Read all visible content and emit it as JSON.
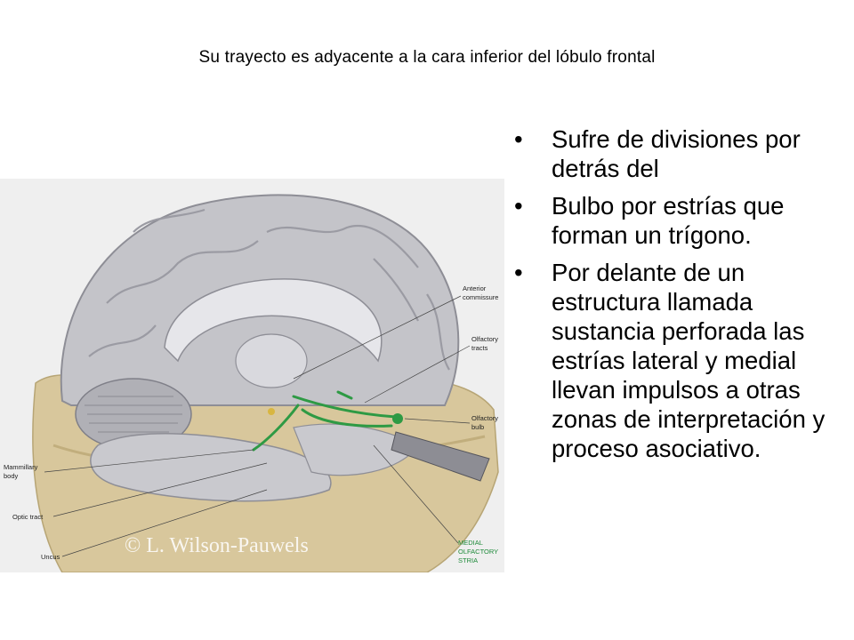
{
  "slide": {
    "title": "Su trayecto es adyacente a la cara inferior del lóbulo frontal"
  },
  "bullets": [
    "Sufre de divisiones por detrás del",
    "Bulbo por estrías que forman un trígono.",
    "Por delante de un estructura llamada sustancia perforada las estrías lateral y medial llevan impulsos a otras zonas de interpretación y proceso asociativo."
  ],
  "bullet_glyph": "•",
  "figure": {
    "labels": {
      "anterior_commissure_1": "Anterior",
      "anterior_commissure_2": "commissure",
      "olfactory_tracts_1": "Olfactory",
      "olfactory_tracts_2": "tracts",
      "olfactory_bulb_1": "Olfactory",
      "olfactory_bulb_2": "bulb",
      "mammillary_body_1": "Mammillary",
      "mammillary_body_2": "body",
      "optic_tract": "Optic tract",
      "uncus": "Uncus",
      "medial_stria_1": "MEDIAL",
      "medial_stria_2": "OLFACTORY",
      "medial_stria_3": "STRIA"
    },
    "watermark": "© L. Wilson-Pauwels",
    "colors": {
      "pathway": "#2e9a44",
      "bone": "#d9c9a0",
      "brain": "#b9b9be"
    }
  }
}
